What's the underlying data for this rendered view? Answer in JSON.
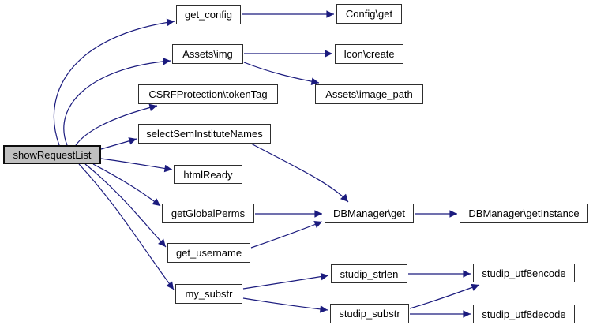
{
  "diagram": {
    "kind": "call-graph",
    "colors": {
      "edge": "#1b1b7e",
      "node_fill": "#ffffff",
      "node_border": "#2e2e2e",
      "highlight_fill": "#c0c0c0",
      "text": "#000000",
      "background": "#ffffff"
    },
    "graph": {
      "nodes": [
        {
          "id": "show_request_list",
          "label": "showRequestList",
          "highlighted": true
        },
        {
          "id": "get_config",
          "label": "get_config",
          "highlighted": false
        },
        {
          "id": "config_get",
          "label": "Config\\get",
          "highlighted": false
        },
        {
          "id": "assets_img",
          "label": "Assets\\img",
          "highlighted": false
        },
        {
          "id": "icon_create",
          "label": "Icon\\create",
          "highlighted": false
        },
        {
          "id": "assets_image_path",
          "label": "Assets\\image_path",
          "highlighted": false
        },
        {
          "id": "csrf_tokentag",
          "label": "CSRFProtection\\tokenTag",
          "highlighted": false
        },
        {
          "id": "select_sem",
          "label": "selectSemInstituteNames",
          "highlighted": false
        },
        {
          "id": "htmlready",
          "label": "htmlReady",
          "highlighted": false
        },
        {
          "id": "getglobalperms",
          "label": "getGlobalPerms",
          "highlighted": false
        },
        {
          "id": "dbm_get",
          "label": "DBManager\\get",
          "highlighted": false
        },
        {
          "id": "dbm_getinstance",
          "label": "DBManager\\getInstance",
          "highlighted": false
        },
        {
          "id": "get_username",
          "label": "get_username",
          "highlighted": false
        },
        {
          "id": "my_substr",
          "label": "my_substr",
          "highlighted": false
        },
        {
          "id": "studip_strlen",
          "label": "studip_strlen",
          "highlighted": false
        },
        {
          "id": "studip_utf8encode",
          "label": "studip_utf8encode",
          "highlighted": false
        },
        {
          "id": "studip_substr",
          "label": "studip_substr",
          "highlighted": false
        },
        {
          "id": "studip_utf8decode",
          "label": "studip_utf8decode",
          "highlighted": false
        }
      ],
      "edges": [
        {
          "from": "show_request_list",
          "to": "get_config"
        },
        {
          "from": "show_request_list",
          "to": "assets_img"
        },
        {
          "from": "show_request_list",
          "to": "csrf_tokentag"
        },
        {
          "from": "show_request_list",
          "to": "select_sem"
        },
        {
          "from": "show_request_list",
          "to": "htmlready"
        },
        {
          "from": "show_request_list",
          "to": "getglobalperms"
        },
        {
          "from": "show_request_list",
          "to": "get_username"
        },
        {
          "from": "show_request_list",
          "to": "my_substr"
        },
        {
          "from": "get_config",
          "to": "config_get"
        },
        {
          "from": "assets_img",
          "to": "icon_create"
        },
        {
          "from": "assets_img",
          "to": "assets_image_path"
        },
        {
          "from": "select_sem",
          "to": "dbm_get"
        },
        {
          "from": "getglobalperms",
          "to": "dbm_get"
        },
        {
          "from": "get_username",
          "to": "dbm_get"
        },
        {
          "from": "dbm_get",
          "to": "dbm_getinstance"
        },
        {
          "from": "my_substr",
          "to": "studip_strlen"
        },
        {
          "from": "my_substr",
          "to": "studip_substr"
        },
        {
          "from": "studip_strlen",
          "to": "studip_utf8encode"
        },
        {
          "from": "studip_substr",
          "to": "studip_utf8encode"
        },
        {
          "from": "studip_substr",
          "to": "studip_utf8decode"
        }
      ]
    }
  }
}
